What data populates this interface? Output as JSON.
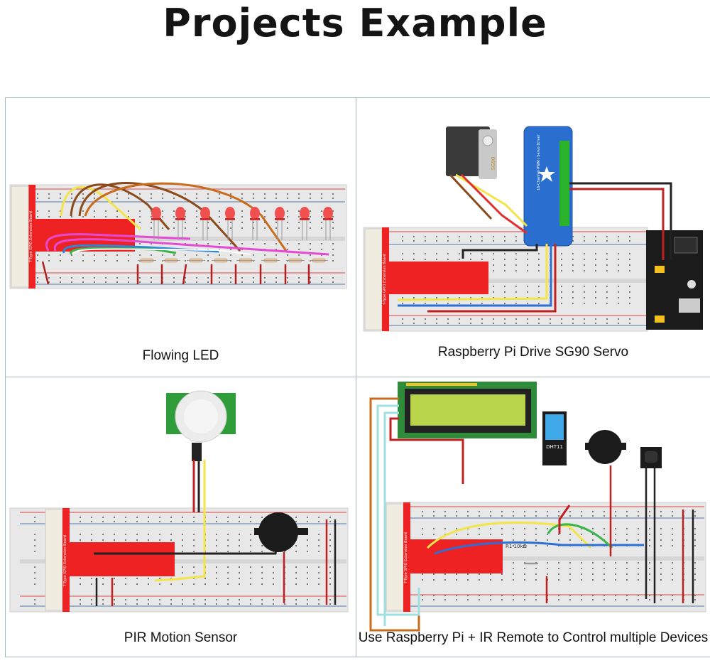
{
  "page": {
    "title": "Projects Example"
  },
  "panels": [
    {
      "caption": "Flowing LED",
      "board_label": "T-Type GPIO Extension Board"
    },
    {
      "caption": "Raspberry Pi Drive SG90 Servo",
      "board_label": "T-Type GPIO Extension Board",
      "servo_label": "SG90",
      "driver_label": "16-Channel PWM / Servo Driver"
    },
    {
      "caption": "PIR Motion Sensor",
      "board_label": "T-Type GPIO Extension Board"
    },
    {
      "caption": "Use Raspberry Pi + IR Remote to Control multiple Devices",
      "board_label": "T-Type GPIO Extension Board",
      "sensor_label": "DHT11",
      "resistor_label": "R1 10kΩ"
    }
  ],
  "colors": {
    "gpio_board": "#ee2222",
    "breadboard": "#e7e7e7",
    "rail_red": "#d44",
    "rail_blue": "#57a",
    "frame": "#a6b8bf"
  }
}
